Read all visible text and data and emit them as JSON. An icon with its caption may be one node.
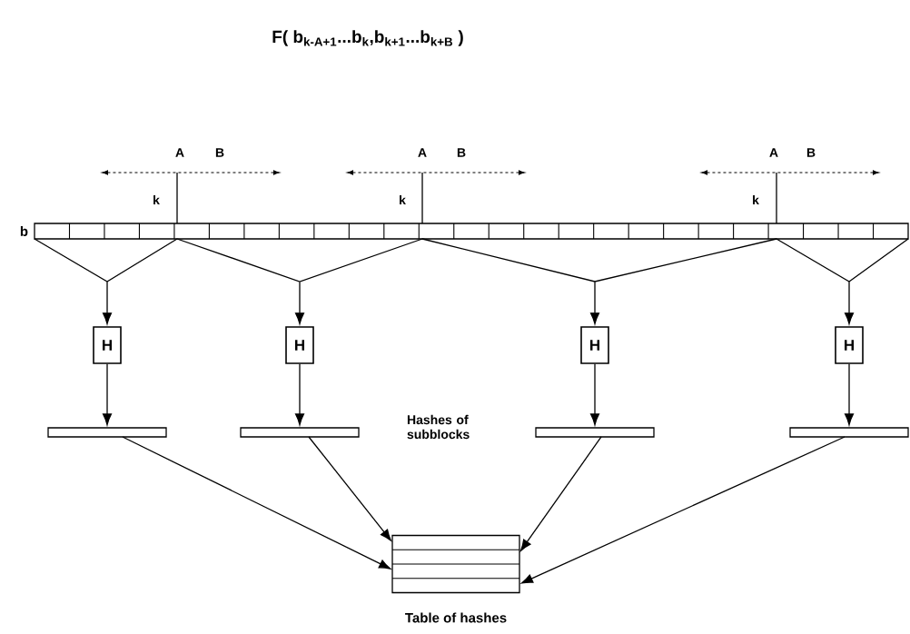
{
  "diagram": {
    "title": "F( b$_{k-A+1}$...b$_{k}$,b$_{k+1}$...b$_{k+B}$ )",
    "nodes": [
      {
        "text": [],
        "shape": "bar",
        "beside": [
          "b"
        ]
      },
      {
        "text": [
          "H"
        ]
      },
      {
        "text": [
          "H"
        ]
      },
      {
        "text": [
          "H"
        ]
      },
      {
        "text": [
          "H"
        ]
      },
      {
        "text": [],
        "shape": "bar"
      },
      {
        "text": [],
        "shape": "bar"
      },
      {
        "text": [],
        "shape": "bar"
      },
      {
        "text": [],
        "shape": "bar"
      },
      {
        "text": [],
        "shape": "box",
        "beside": [
          "Table of hashes"
        ]
      }
    ],
    "edges": [
      {
        "from": 0,
        "to": 1,
        "arrow": "to"
      },
      {
        "from": 0,
        "to": 2,
        "arrow": "to"
      },
      {
        "from": 0,
        "to": 3,
        "arrow": "to"
      },
      {
        "from": 0,
        "to": 4,
        "arrow": "to"
      },
      {
        "from": 1,
        "to": 5,
        "arrow": "to"
      },
      {
        "from": 2,
        "to": 6,
        "arrow": "to"
      },
      {
        "from": 3,
        "to": 7,
        "arrow": "to"
      },
      {
        "from": 4,
        "to": 8,
        "arrow": "to"
      },
      {
        "from": 5,
        "to": 9,
        "arrow": "to"
      },
      {
        "from": 6,
        "to": 9,
        "arrow": "to"
      },
      {
        "from": 7,
        "to": 9,
        "arrow": "to"
      },
      {
        "from": 8,
        "to": 9,
        "arrow": "to"
      }
    ],
    "labels": [
      "A",
      "B",
      "A",
      "B",
      "A",
      "B",
      "k",
      "k",
      "k",
      "Hashes of subblocks"
    ]
  }
}
